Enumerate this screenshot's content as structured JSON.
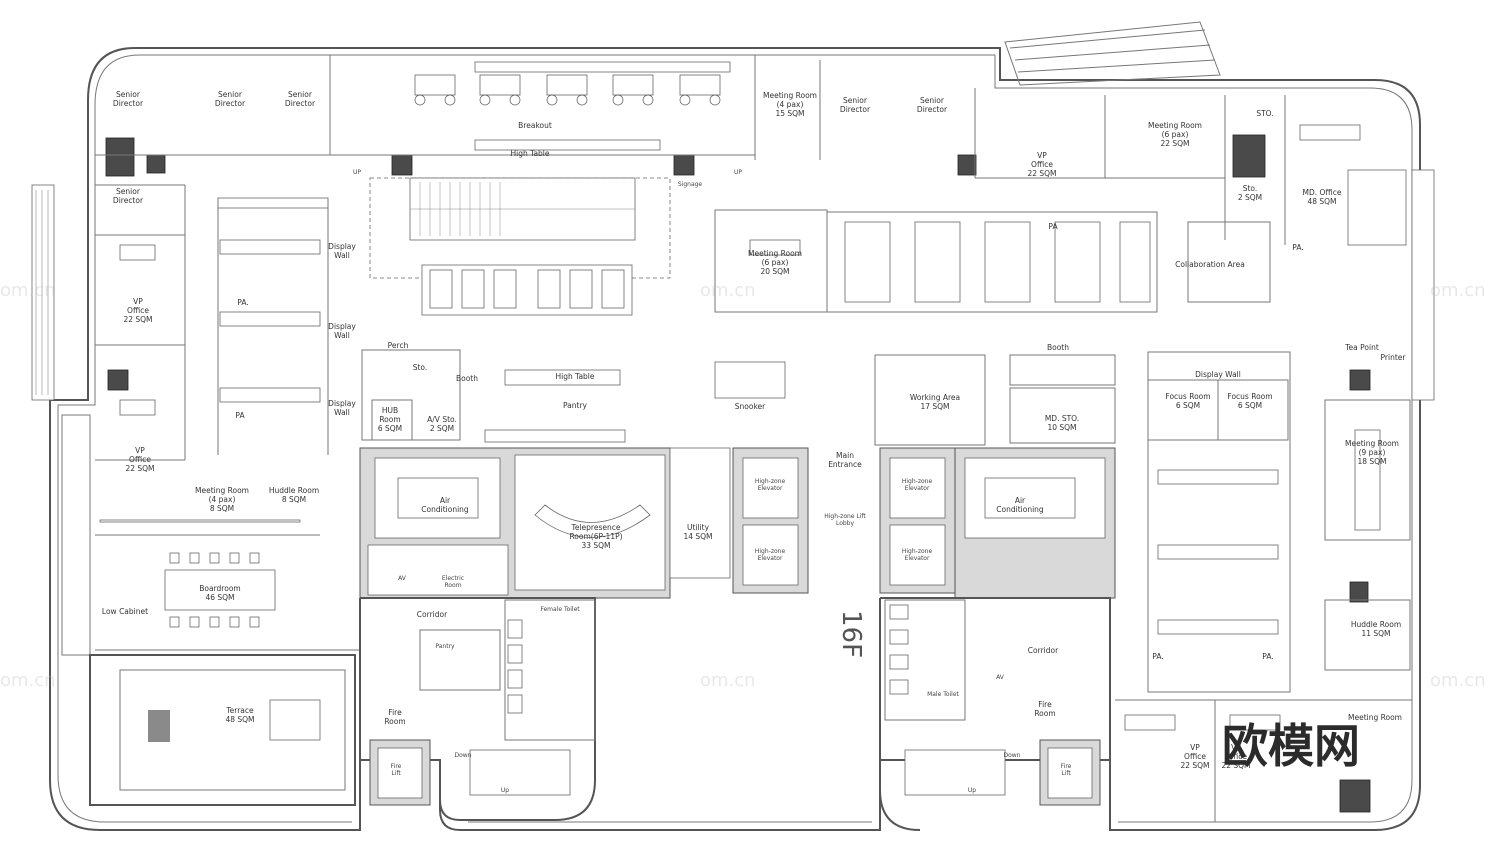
{
  "rooms": {
    "senior_director_1": "Senior\nDirector",
    "senior_director_2": "Senior\nDirector",
    "senior_director_3": "Senior\nDirector",
    "senior_director_4": "Senior\nDirector",
    "senior_director_5": "Senior\nDirector",
    "senior_director_6": "Senior\nDirector",
    "breakout": "Breakout",
    "high_table_top": "High Table",
    "meeting_room_4pax_top": "Meeting Room\n(4 pax)\n15 SQM",
    "vp_office_top": "VP\nOffice\n22 SQM",
    "meeting_room_6pax_top": "Meeting Room\n(6 pax)\n22 SQM",
    "sto_top": "STO.",
    "md_office": "MD. Office\n48 SQM",
    "sto_small": "Sto.\n2 SQM",
    "collaboration_area": "Collaboration Area",
    "pa_right_top": "PA.",
    "meeting_room_6pax_mid": "Meeting Room\n(6 pax)\n20 SQM",
    "pa_open_top": "PA",
    "vp_office_left1": "VP\nOffice\n22 SQM",
    "vp_office_left2": "VP\nOffice\n22 SQM",
    "pa_left1": "PA.",
    "pa_left2": "PA",
    "display_wall_1": "Display\nWall",
    "display_wall_2": "Display\nWall",
    "display_wall_3": "Display\nWall",
    "meeting_room_4pax_left": "Meeting Room\n(4 pax)\n8 SQM",
    "huddle_room_left": "Huddle Room\n8 SQM",
    "boardroom": "Boardroom\n46 SQM",
    "low_cabinet": "Low Cabinet",
    "terrace": "Terrace\n48 SQM",
    "perch": "Perch",
    "booth_left": "Booth",
    "sto_left": "Sto.",
    "hub_room": "HUB\nRoom\n6 SQM",
    "av_sto": "A/V Sto.\n2 SQM",
    "high_table_mid": "High Table",
    "pantry_mid": "Pantry",
    "snooker": "Snooker",
    "air_conditioning_left": "Air\nConditioning",
    "telepresence": "Telepresence\nRoom(6P-11P)\n33 SQM",
    "utility": "Utility\n14 SQM",
    "main_entrance": "Main\nEntrance",
    "high_zone_lift_lobby": "High-zone Lift\nLobby",
    "high_zone_elevator_1": "High-zone\nElevator",
    "high_zone_elevator_2": "High-zone\nElevator",
    "high_zone_elevator_3": "High-zone\nElevator",
    "high_zone_elevator_4": "High-zone\nElevator",
    "air_conditioning_right": "Air\nConditioning",
    "working_area": "Working Area\n17 SQM",
    "booth_right": "Booth",
    "md_sto": "MD. STO.\n10 SQM",
    "display_wall_right": "Display Wall",
    "focus_room_1": "Focus Room\n6 SQM",
    "focus_room_2": "Focus Room\n6 SQM",
    "tea_point": "Tea Point",
    "printer": "Printer",
    "meeting_room_9pax": "Meeting Room\n(9 pax)\n18 SQM",
    "huddle_room_right": "Huddle Room\n11 SQM",
    "pa_right_1": "PA.",
    "pa_right_2": "PA.",
    "vp_office_bottom1": "VP\nOffice\n22 SQM",
    "vp_office_bottom2": "VP\nOffice\n22 SQM",
    "meeting_room_bottom": "Meeting Room",
    "av_left": "AV",
    "electric_room": "Electric\nRoom",
    "corridor_left": "Corridor",
    "pantry_left": "Pantry",
    "female_toilet": "Female Toilet",
    "fire_room_left": "Fire\nRoom",
    "fire_lift_left": "Fire\nLift",
    "down_left": "Down",
    "up_left": "Up",
    "male_toilet": "Male Toilet",
    "corridor_right": "Corridor",
    "av_right": "AV",
    "fire_room_right": "Fire\nRoom",
    "fire_lift_right": "Fire\nLift",
    "down_right": "Down",
    "up_right": "Up",
    "signage": "Signage",
    "up_1": "UP",
    "up_2": "UP"
  },
  "floor_label": "16F",
  "logo": "欧模网",
  "watermark": "om.cn"
}
